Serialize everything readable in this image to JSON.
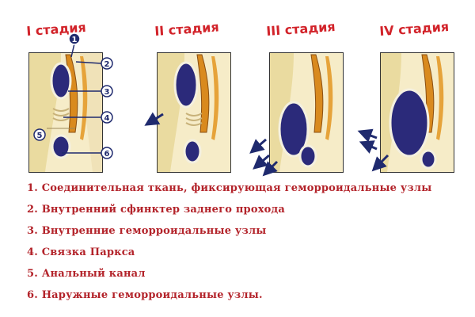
{
  "stages": [
    {
      "title": "I стадия"
    },
    {
      "title": "II стадия"
    },
    {
      "title": "III стадия"
    },
    {
      "title": "IV стадия"
    }
  ],
  "callout_numbers": [
    "1",
    "2",
    "3",
    "4",
    "5",
    "6"
  ],
  "legend": [
    "1. Соединительная ткань, фиксирующая геморроидальные узлы",
    "2. Внутренний сфинктер заднего прохода",
    "3. Внутренние геморроидальные узлы",
    "4. Связка Паркса",
    "5. Анальный канал",
    "6. Наружные геморроидальные узлы."
  ],
  "colors": {
    "title": "#d2232a",
    "legend": "#b3232a",
    "hemorrhoid": "#2b2a7a",
    "muscle": "#d98a1e",
    "tissue": "#f3e3b0",
    "callout": "#1f2a6e"
  }
}
